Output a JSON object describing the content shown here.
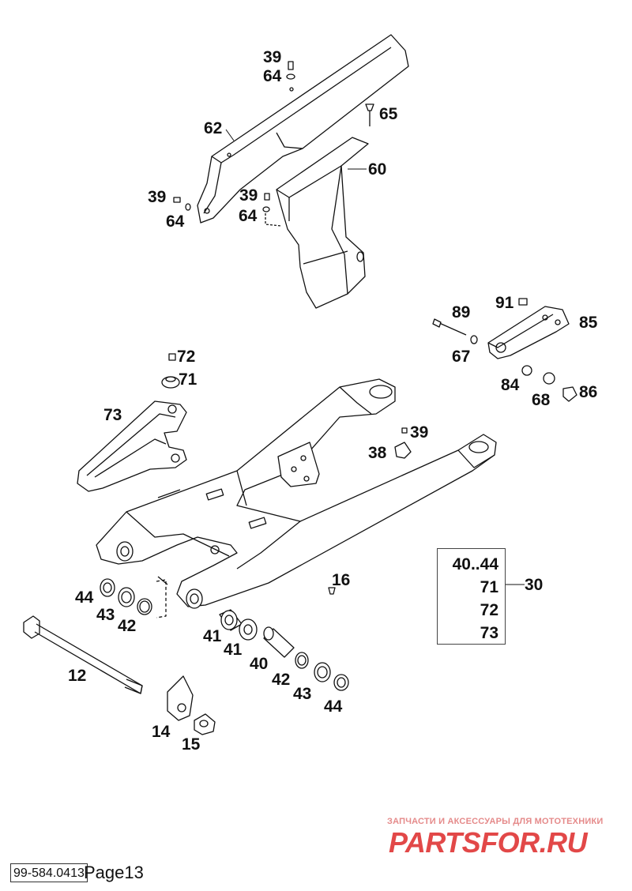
{
  "callouts": {
    "c39a": "39",
    "c64a": "64",
    "c65": "65",
    "c62": "62",
    "c60": "60",
    "c39b": "39",
    "c64b": "64",
    "c39c": "39",
    "c64c": "64",
    "c89": "89",
    "c91": "91",
    "c85": "85",
    "c67": "67",
    "c84": "84",
    "c68": "68",
    "c86": "86",
    "c72": "72",
    "c71": "71",
    "c73": "73",
    "c39d": "39",
    "c38": "38",
    "c16": "16",
    "c30": "30",
    "c44a": "44",
    "c43a": "43",
    "c42a": "42",
    "c12": "12",
    "c41a": "41",
    "c41b": "41",
    "c40": "40",
    "c42b": "42",
    "c43b": "43",
    "c44b": "44",
    "c14": "14",
    "c15": "15"
  },
  "kit": {
    "r1": "40..44",
    "r2": "71",
    "r3": "72",
    "r4": "73"
  },
  "watermark": {
    "tagline": "ЗАПЧАСТИ И АКСЕССУАРЫ ДЛЯ МОТОТЕХНИКИ",
    "logo": "PARTSFOR.RU"
  },
  "footer": {
    "doc_number": "99-584.0413",
    "page": "Page13"
  }
}
